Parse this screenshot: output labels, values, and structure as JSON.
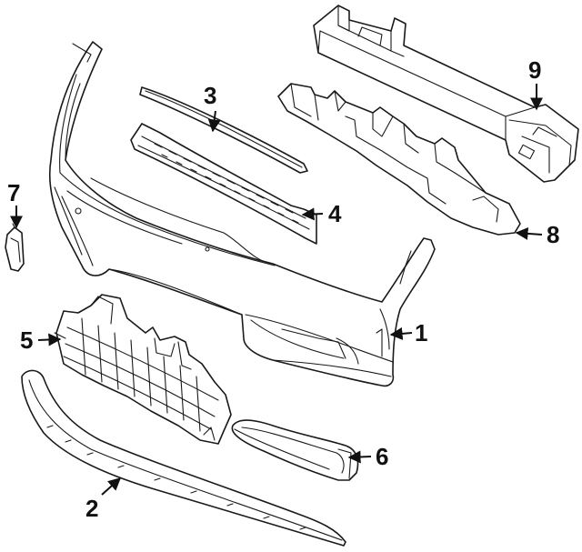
{
  "callouts": [
    {
      "key": "c1",
      "label": "1"
    },
    {
      "key": "c2",
      "label": "2"
    },
    {
      "key": "c3",
      "label": "3"
    },
    {
      "key": "c4",
      "label": "4"
    },
    {
      "key": "c5",
      "label": "5"
    },
    {
      "key": "c6",
      "label": "6"
    },
    {
      "key": "c7",
      "label": "7"
    },
    {
      "key": "c8",
      "label": "8"
    },
    {
      "key": "c9",
      "label": "9"
    }
  ],
  "labels": {
    "c1": "1",
    "c2": "2",
    "c3": "3",
    "c4": "4",
    "c5": "5",
    "c6": "6",
    "c7": "7",
    "c8": "8",
    "c9": "9"
  },
  "colors": {
    "line": "#1a1a1a",
    "background": "#ffffff"
  }
}
